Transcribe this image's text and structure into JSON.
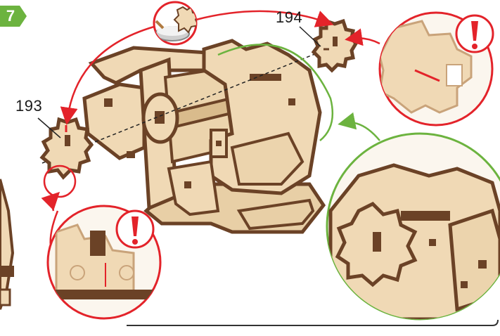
{
  "step": {
    "number": "7",
    "badge_color": "#6cb33f"
  },
  "parts": [
    {
      "id": "193",
      "label": "193"
    },
    {
      "id": "194",
      "label": "194"
    }
  ],
  "colors": {
    "wood_light": "#f0d9b5",
    "wood_edge": "#6b4226",
    "arrow_red": "#e3232a",
    "arrow_green": "#6cb33f",
    "warning_red": "#e3232a",
    "glue_white": "#f2f2f2"
  },
  "callouts": [
    {
      "name": "glue-callout",
      "icon": "glue-pot-icon"
    },
    {
      "name": "warning-callout-194",
      "icon": "exclamation-icon"
    },
    {
      "name": "warning-callout-193",
      "icon": "exclamation-icon"
    },
    {
      "name": "detail-callout-green",
      "icon": "magnify-detail"
    }
  ]
}
